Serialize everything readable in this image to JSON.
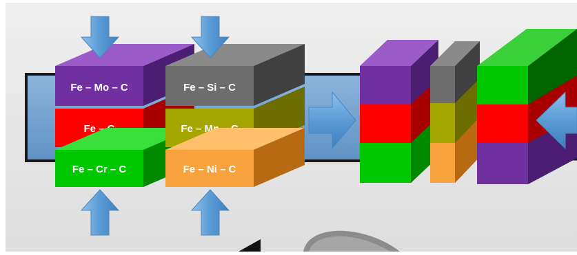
{
  "blocks": {
    "fe_mo_c": "Fe – Mo – C",
    "fe_c": "Fe – C",
    "fe_cr_c": "Fe – Cr – C",
    "fe_si_c": "Fe – Si – C",
    "fe_mn_c": "Fe – Mn – C",
    "fe_ni_c": "Fe – Ni – C"
  },
  "colors": {
    "background": "#ececec",
    "mold": "#6f9fcc",
    "arrow": "#5b9bd5",
    "purple": "#7030a0",
    "red": "#ff0000",
    "green": "#00c800",
    "gray": "#6d6d6d",
    "olive": "#a5a500",
    "orange": "#f7a23c"
  },
  "icons": [
    "down-arrow-icon",
    "up-arrow-icon",
    "right-arrow-icon",
    "left-arrow-icon"
  ]
}
